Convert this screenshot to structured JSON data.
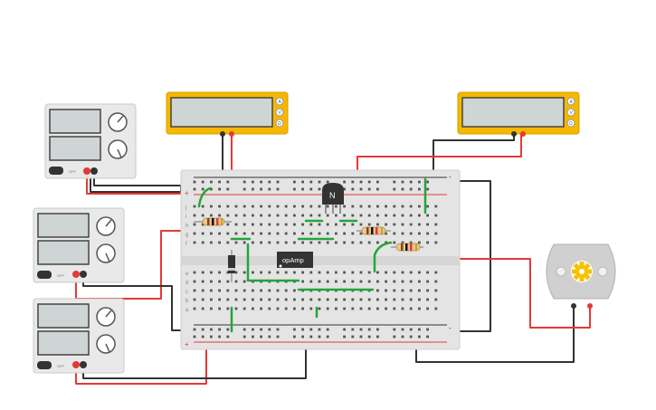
{
  "power_supplies": [
    {
      "off_label": "OFF"
    },
    {
      "off_label": "OFF"
    },
    {
      "off_label": "OFF"
    }
  ],
  "multimeters": [
    {
      "mode_buttons": [
        "A",
        "V",
        "Ω"
      ]
    },
    {
      "mode_buttons": [
        "A",
        "V",
        "Ω"
      ]
    }
  ],
  "components": {
    "opamp_label": "opAmp",
    "transistor_label": "N"
  },
  "breadboard": {
    "row_letters_top": [
      "j",
      "i",
      "h",
      "g",
      "f"
    ],
    "row_letters_bottom": [
      "e",
      "d",
      "c",
      "b",
      "a"
    ],
    "rail_plus": "+",
    "rail_minus": "-"
  },
  "colors": {
    "wire_red": "#e53935",
    "wire_black": "#333333",
    "wire_green": "#22a63a",
    "meter_body": "#f5b800",
    "breadboard": "#e4e4e4",
    "motor_body": "#d0d0d0"
  }
}
